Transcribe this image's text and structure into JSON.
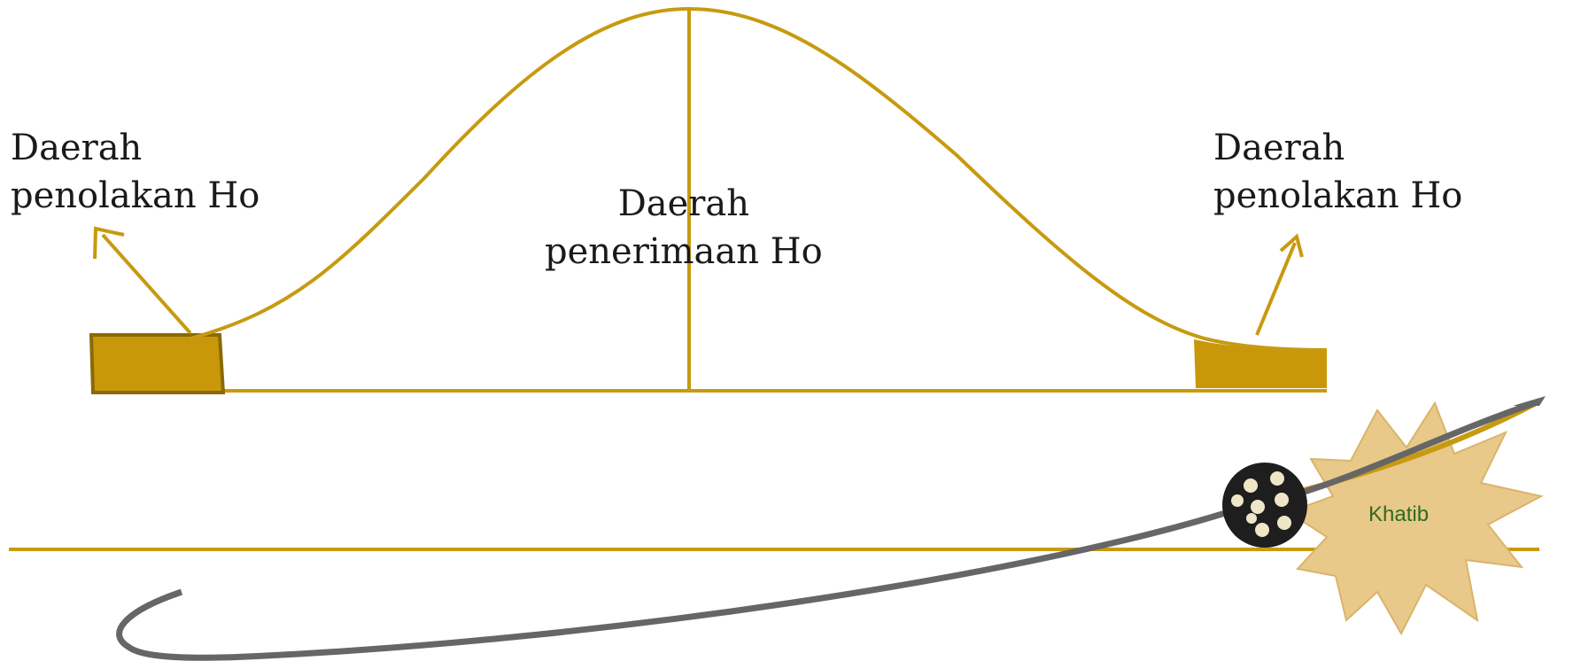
{
  "labels": {
    "left": {
      "line1": "Daerah",
      "line2": "penolakan Ho"
    },
    "center": {
      "line1": "Daerah",
      "line2": "penerimaan Ho"
    },
    "right": {
      "line1": "Daerah",
      "line2": "penolakan Ho"
    }
  },
  "badge": {
    "text": "Khatib"
  },
  "colors": {
    "curve": "#c79a10",
    "rejection_fill": "#c8980a",
    "swoosh": "#666666",
    "badge_fill": "#e8c98a",
    "badge_text": "#2e6b1e",
    "ball": "#222222"
  }
}
